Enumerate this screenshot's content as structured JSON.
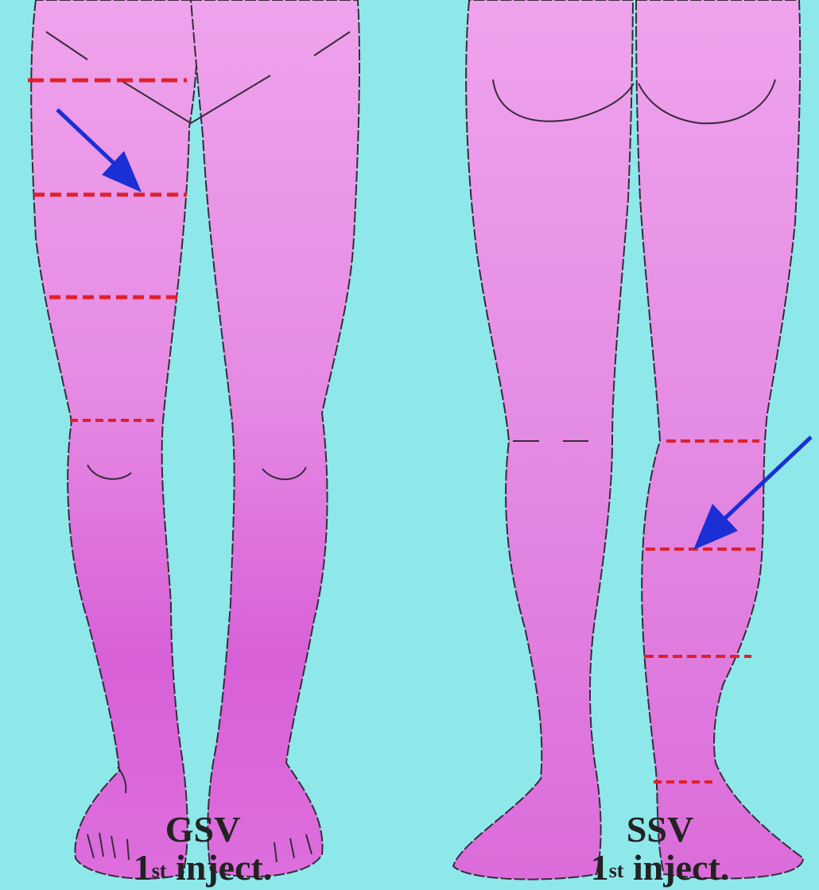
{
  "colors": {
    "background": "#8ee8ea",
    "skin_light": "#efa0ea",
    "skin_dark": "#d65ad8",
    "outline": "#3a2a3a",
    "marker": "#e0202a",
    "arrow": "#1a2fd6"
  },
  "views": [
    {
      "name": "front-view",
      "vein": "GSV",
      "injection_prefix": "1",
      "injection_superscript": "st",
      "injection_suffix": " inject."
    },
    {
      "name": "back-view",
      "vein": "SSV",
      "injection_prefix": "1",
      "injection_superscript": "st",
      "injection_suffix": " inject."
    }
  ]
}
